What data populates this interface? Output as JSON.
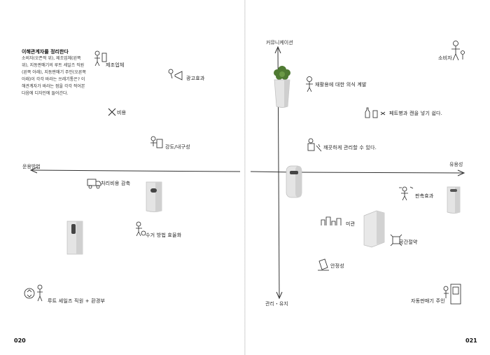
{
  "intro": {
    "title": "이해관계자를 정리한다",
    "body": "소비자(오픈적 위), 제조업체(왼쪽 위), 지동판매기의 루트 세일즈 직원(왼쪽 아래), 지동판매기 주인(오른쪽 아래)이 각각 바라는 쓰레기통은? 이해관계자가 바라는 점을 각각 적어본 다음에 디자인에 들어간다."
  },
  "axes": {
    "top": "커뮤니케이션",
    "bottom": "관리・유지",
    "left": "운용방법",
    "right": "유용성"
  },
  "labels": {
    "manufacturer": "제조업체",
    "ad_effect": "광고효과",
    "cost": "비용",
    "strength": "강도/내구성",
    "awareness": "재활용에 대한 의식 계발",
    "pet_can": "페트병과 캔을 넣기 쉽다.",
    "clean": "깨끗하게 관리할 수 있다.",
    "reduce": "처리비용 감축",
    "collect": "수거 방법 효율화",
    "beauty": "미관",
    "space": "공간절약",
    "sales": "판촉효과",
    "safety": "안정성",
    "route": "루트 세일즈 직원 + 환경부",
    "owner": "자동판매기 주인",
    "consumer": "소비자"
  },
  "pages": {
    "left": "020",
    "right": "021"
  },
  "colors": {
    "ink": "#222222",
    "product": "#e4e4e4",
    "product_shade": "#c9c9c9",
    "plant": "#4f7a32"
  }
}
